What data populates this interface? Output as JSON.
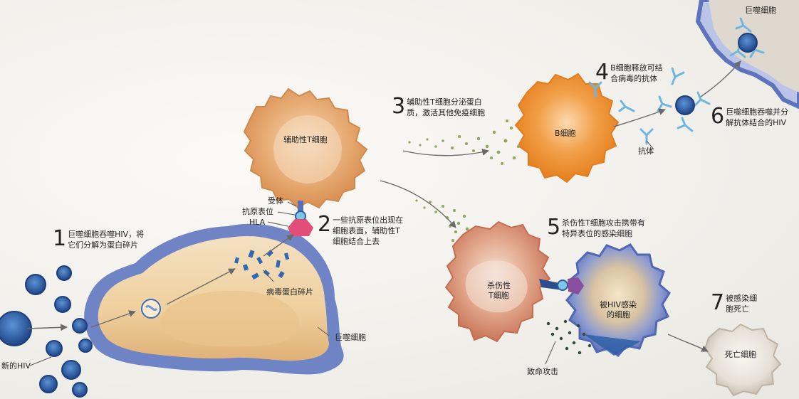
{
  "steps": [
    {
      "num": "1",
      "text1": "巨噬细胞吞噬HIV，将",
      "text2": "它们分解为蛋白碎片"
    },
    {
      "num": "2",
      "text1": "一些抗原表位出现在",
      "text2": "细胞表面，辅助性T",
      "text3": "细胞结合上去"
    },
    {
      "num": "3",
      "text1": "辅助性T细胞分泌蛋白",
      "text2": "质，激活其他免疫细胞"
    },
    {
      "num": "4",
      "text1": "B细胞释放可结",
      "text2": "合病毒的抗体"
    },
    {
      "num": "5",
      "text1": "杀伤性T细胞攻击携带有",
      "text2": "特异表位的感染细胞"
    },
    {
      "num": "6",
      "text1": "巨噬细胞吞噬并分",
      "text2": "解抗体结合的HIV"
    },
    {
      "num": "7",
      "text1": "被感染细",
      "text2": "胞死亡"
    }
  ],
  "cells": {
    "helper_t": "辅助性T细胞",
    "b_cell": "B细胞",
    "killer_t_1": "杀伤性",
    "killer_t_2": "T细胞",
    "infected_1": "被HIV感染",
    "infected_2": "的细胞",
    "macrophage_top": "巨噬细胞",
    "dead_cell": "死亡细胞"
  },
  "labels": {
    "receptor": "受体",
    "epitope": "抗原表位",
    "hla": "HLA",
    "viral_fragments": "病毒蛋白碎片",
    "macrophage": "巨噬细胞",
    "new_hiv": "新的HIV",
    "antibody": "抗体",
    "lethal_attack": "致命攻击"
  },
  "colors": {
    "helper_t": "#e8a868",
    "b_cell": "#ee8d2c",
    "killer_t": "#d98f72",
    "infected": "#6d82c6",
    "macrophage": "#f0c98e",
    "macrophage_edge": "#4f68b5",
    "hiv": "#2f5fa8",
    "antibody": "#6fb6de",
    "signal_dots": "#8ea85a"
  }
}
